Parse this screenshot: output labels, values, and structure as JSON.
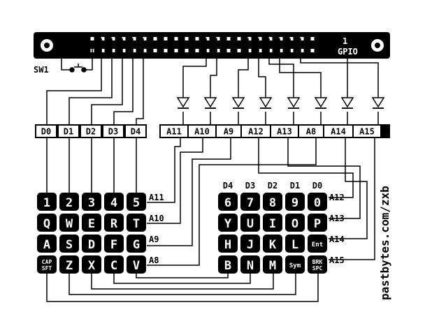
{
  "header": {
    "label_1": "1",
    "label_gpio": "GPIO",
    "label_sw1": "SW1"
  },
  "data_labels": [
    "D0",
    "D1",
    "D2",
    "D3",
    "D4"
  ],
  "addr_labels": [
    "A11",
    "A10",
    "A9",
    "A12",
    "A13",
    "A8",
    "A14",
    "A15"
  ],
  "left_keys": [
    [
      "1",
      "2",
      "3",
      "4",
      "5"
    ],
    [
      "Q",
      "W",
      "E",
      "R",
      "T"
    ],
    [
      "A",
      "S",
      "D",
      "F",
      "G"
    ],
    [
      "CAP SFT",
      "Z",
      "X",
      "C",
      "V"
    ]
  ],
  "right_keys": [
    [
      "6",
      "7",
      "8",
      "9",
      "0"
    ],
    [
      "Y",
      "U",
      "I",
      "O",
      "P"
    ],
    [
      "H",
      "J",
      "K",
      "L",
      "Ent"
    ],
    [
      "B",
      "N",
      "M",
      "Sym",
      "BRK SPC"
    ]
  ],
  "right_col_labels": [
    "D4",
    "D3",
    "D2",
    "D1",
    "D0"
  ],
  "left_row_labels": [
    "A11",
    "A10",
    "A9",
    "A8"
  ],
  "right_row_labels": [
    "A12",
    "A13",
    "A14",
    "A15"
  ],
  "side_text": "pastbytes.com/zxb"
}
